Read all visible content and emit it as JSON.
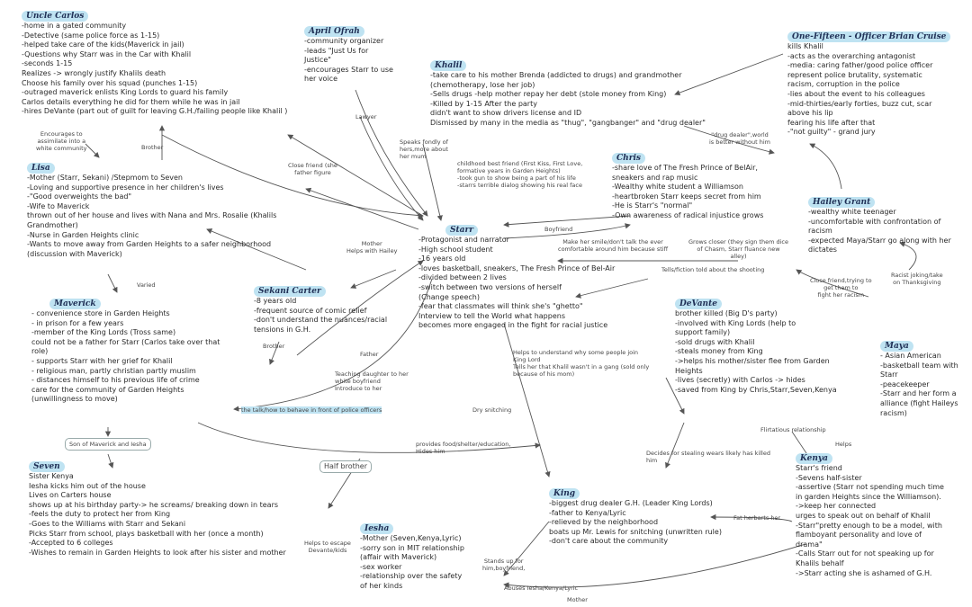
{
  "uncle_carlos": {
    "name": "Uncle Carlos",
    "lines": [
      "-home in a gated community",
      "-Detective (same police force as 1-15)",
      "-helped take care of the kids(Maverick in jail)",
      "-Questions why Starr was in the Car with Khalil",
      "-seconds 1-15",
      "Realizes -> wrongly justify Khalils death",
      " Choose his family over his squad (punches 1-15)",
      "-outraged maverick enlists King Lords to guard his family",
      "Carlos details everything he did for them while he was in jail",
      "-hires DeVante (part out of guilt for leaving G.H./failing people like Khalil )"
    ]
  },
  "april": {
    "name": "April Ofrah",
    "lines": [
      "-community organizer",
      "-leads \"Just Us for",
      "Justice\"",
      "-encourages Starr to use",
      "her voice"
    ]
  },
  "khalil": {
    "name": "Khalil",
    "lines": [
      "-take care to his mother Brenda (addicted to drugs) and grandmother",
      "(chemotherapy, lose her job)",
      "-Sells drugs -help mother repay her debt (stole money from King)",
      "-Killed by 1-15 After the party",
      " didn't want to show drivers license and ID",
      " Dismissed by many in the media as \"thug\", \"gangbanger\" and \"drug dealer\""
    ]
  },
  "officer": {
    "name": "One-Fifteen - Officer Brian Cruise",
    "lines": [
      "kills Khalil",
      "-acts as the overarching antagonist",
      "-media: caring father/good police officer",
      " represent police brutality, systematic",
      "racism, corruption in the police",
      "-lies about the event to his colleagues",
      "-mid-thirties/early forties, buzz cut, scar",
      "above his lip",
      " fearing his life after that",
      "-\"not guilty\" - grand jury"
    ]
  },
  "lisa": {
    "name": "Lisa",
    "lines": [
      "-Mother (Starr, Sekani) /Stepmom to Seven",
      "-Loving and supportive presence in her children's lives",
      "-\"Good overweights the bad\"",
      "-Wife to Maverick",
      " thrown out of her house and lives with Nana and Mrs. Rosalie (Khalils",
      "Grandmother)",
      "-Nurse in Garden Heights clinic",
      "-Wants to move away from Garden Heights to a safer neighborhood",
      "(discussion with Maverick)"
    ]
  },
  "chris": {
    "name": "Chris",
    "lines": [
      "-share love of The Fresh Prince of BelAir,",
      "sneakers and rap music",
      "-Wealthy white student a Williamson",
      "-heartbroken Starr keeps secret from him",
      "-He is Starr's \"normal\"",
      "-Own awareness of radical injustice grows"
    ]
  },
  "hailey": {
    "name": "Hailey Grant",
    "lines": [
      "-wealthy white teenager",
      "-uncomfortable with confrontation of",
      "racism",
      "-expected Maya/Starr go along with her",
      "dictates"
    ]
  },
  "starr": {
    "name": "Starr",
    "lines": [
      "-Protagonist and narrator",
      "-High school student",
      "-16 years old",
      "-loves basketball, sneakers, The Fresh Prince of Bel-Air",
      "-divided between 2 lives",
      "-switch between two versions of herself",
      "(Change speech)",
      "-fear that classmates will think she's \"ghetto\"",
      " Interview to tell the World what happens",
      " becomes more engaged in the fight for racial justice"
    ]
  },
  "maverick": {
    "name": "Maverick",
    "lines": [
      "- convenience store in Garden Heights",
      "- in prison for a few years",
      "-member of the King Lords (Tross same)",
      " could not be a father for Starr (Carlos take over that",
      "role)",
      "- supports Starr with her grief for Khalil",
      "- religious man, partly christian partly muslim",
      "- distances himself to his previous life of crime",
      "  care for the community of Garden Heights",
      "(unwillingness to move)"
    ]
  },
  "sekani": {
    "name": "Sekani Carter",
    "lines": [
      "-8 years old",
      "-frequent source of comic relief",
      "-don't understand the nuances/racial",
      "tensions in G.H."
    ]
  },
  "devante": {
    "name": "DeVante",
    "lines": [
      " brother killed (Big D's party)",
      "-involved with King Lords (help to",
      "support family)",
      "-sold drugs with Khalil",
      "-steals money from King",
      " ->helps his mother/sister flee from Garden",
      "Heights",
      "-lives (secretly) with Carlos -> hides",
      "-saved from King by Chris,Starr,Seven,Kenya"
    ]
  },
  "maya": {
    "name": "Maya",
    "lines": [
      "- Asian American",
      "-basketball team with",
      "Starr",
      "-peacekeeper",
      "-Starr and her form a",
      "alliance (fight Haileys",
      "racism)"
    ]
  },
  "seven": {
    "name": "Seven",
    "lines": [
      "Sister Kenya",
      "Iesha kicks him out of the house",
      "Lives on Carters house",
      "shows up at his birthday party-> he screams/ breaking down in tears",
      "-feels the duty to protect her from King",
      "-Goes to the Williams with Starr and Sekani",
      " Picks Starr from school, plays basketball with her (once a month)",
      "-Accepted to 6 colleges",
      "-Wishes to remain in Garden Heights to look after his sister and mother"
    ]
  },
  "iesha": {
    "name": "Iesha",
    "lines": [
      "-Mother (Seven,Kenya,Lyric)",
      "-sorry son in MIT relationship",
      "(affair with Maverick)",
      "-sex worker",
      "-relationship over the safety",
      "of her kinds"
    ]
  },
  "king": {
    "name": "King",
    "lines": [
      "-biggest drug dealer G.H. (Leader King Lords)",
      "-father to Kenya/Lyric",
      "-relieved by the neighborhood",
      " boats up Mr. Lewis for snitching (unwritten rule)",
      "-don't care about the community"
    ]
  },
  "kenya": {
    "name": "Kenya",
    "lines": [
      "Starr's friend",
      "-Sevens half-sister",
      "-assertive (Starr not spending much time",
      "in garden Heights since the Williamson).",
      "->keep her connected",
      " urges to speak out on behalf of Khalil",
      "-Starr\"pretty enough to be a model, with",
      "flamboyant personality and love of",
      "drama\"",
      "-Calls Starr out for not speaking up for",
      "Khalils behalf",
      "->Starr acting she is ashamed of G.H."
    ]
  },
  "labels": {
    "encourages": "Encourages to\nassimilate into a\nwhite community",
    "brother_top": "Brother",
    "lawyer": "Lawyer",
    "speaks_fondly": "Speaks fondly of\nhers,more about\nher mum",
    "childhood": "childhood best friend (First Kiss, First Love,\nformative years in Garden Heights)\n-took gun to show being a part of his life\n-starrs terrible dialog showing his real face",
    "close_friend": "Close friend (she\nfather figure",
    "boyfriend": "Boyfriend",
    "drug_dealer": "\"drug dealer\",world\nis better without him",
    "makes_comfortable": "Make her smile/don't talk the ever\ncomfortable around him because stiff",
    "grows_closer": "Grows closer (they sign them dice\nof Chasm, Starr fluance new\nalley)",
    "tells_them": "Tells/fiction told about the shooting",
    "close_friend_right": "Close friend,trying to\nget them to\nfight her racism",
    "racist_joking": "Racist joking/take\non Thanksgiving",
    "mother_helps": "Mother\nHelps with Hailey",
    "varied": "Varied",
    "brother_mid": "Brother",
    "father": "Father",
    "teaching": "Teaching daughter to her\nwhite boyfriend\nIntroduce to her",
    "the_talk": "the talk/how to behave in front of police officers",
    "helps_lords": "Helps to understand why some people join\nKing Lord\nTells her that Khalil wasn't in a gang (sold only\nbecause of his mom)",
    "dry_snitching": "Dry snitching",
    "flirtatious": "Flirtatious relationship",
    "helps": "Helps",
    "son_of": "Son of Maverick and Iesha",
    "half_brother": "Half brother",
    "provides": "provides food/shelter/education,\nHides him",
    "decides": "Decides for stealing wears likely has killed\nhim",
    "escape": "Helps to escape\nDevante/kids",
    "stand_up": "Stands up for\nhim,boyfriend,",
    "abuses": "Abuses Iesha/Kenya/Lyric",
    "mother_bottom": "Mother",
    "fat_herbarts": "Fat herbarts her"
  }
}
